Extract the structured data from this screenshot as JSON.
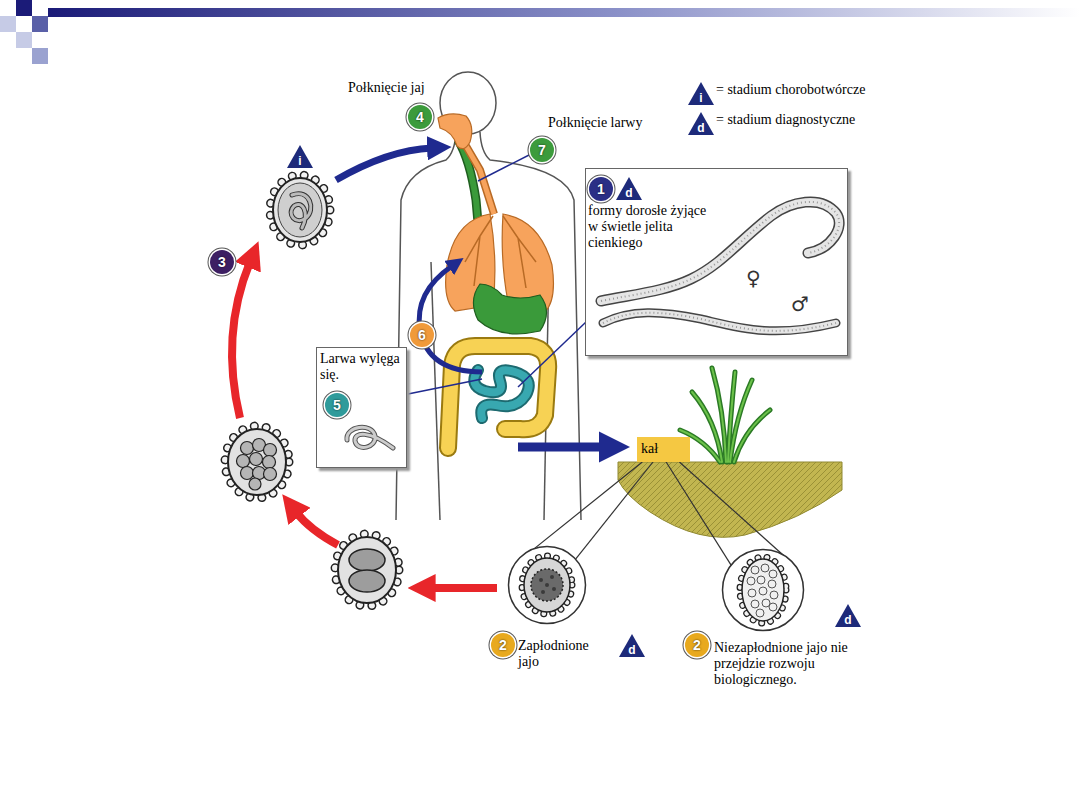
{
  "diagram": {
    "nodes": [
      {
        "text": [
          "1",
          "d",
          "formy dorosłe żyjące w świetle jelita cienkiego",
          "♀",
          "♂"
        ]
      },
      {
        "text": [
          "Larwa wylęga się.",
          "5"
        ]
      },
      {
        "text": [
          "kał"
        ]
      },
      {
        "text": [
          "Zapłodnione jajo"
        ]
      },
      {
        "text": [
          "Niezapłodnione jajo nie przejdzie rozwoju biologicznego."
        ]
      }
    ],
    "edges": [
      {
        "from": 2,
        "to": 3,
        "arrow": "none"
      },
      {
        "from": 2,
        "to": 3,
        "arrow": "none"
      },
      {
        "from": 2,
        "to": 4,
        "arrow": "none"
      },
      {
        "from": 2,
        "to": 4,
        "arrow": "none"
      }
    ],
    "labels": [
      "Połknięcie jaj",
      "i",
      "Połknięcie larwy",
      "d",
      "4",
      "7",
      "i",
      "3",
      "6",
      "2",
      "d",
      "2",
      "d"
    ],
    "legend": [
      {
        "text": "= stadium chorobotwórcze"
      },
      {
        "text": "= stadium diagnostyczne"
      }
    ]
  }
}
